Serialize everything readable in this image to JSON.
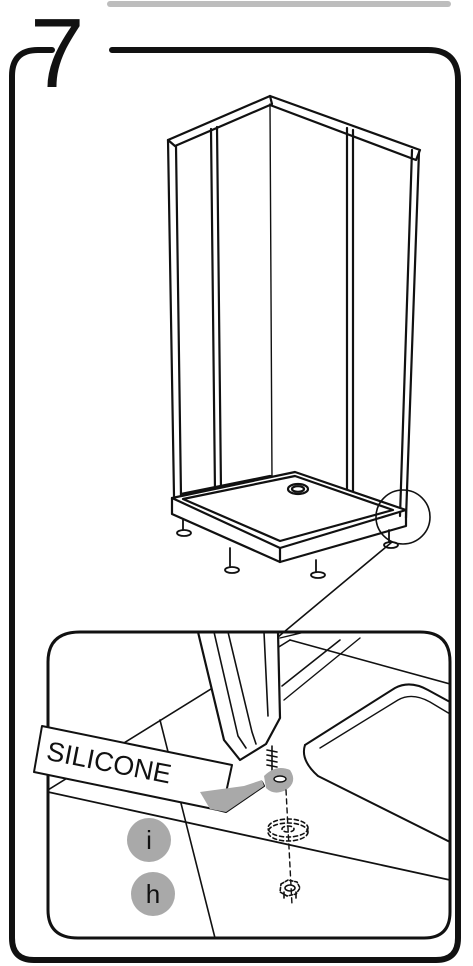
{
  "step": {
    "number": "7"
  },
  "callout": {
    "label": "SILICONE"
  },
  "parts": [
    {
      "id": "i"
    },
    {
      "id": "h"
    }
  ]
}
